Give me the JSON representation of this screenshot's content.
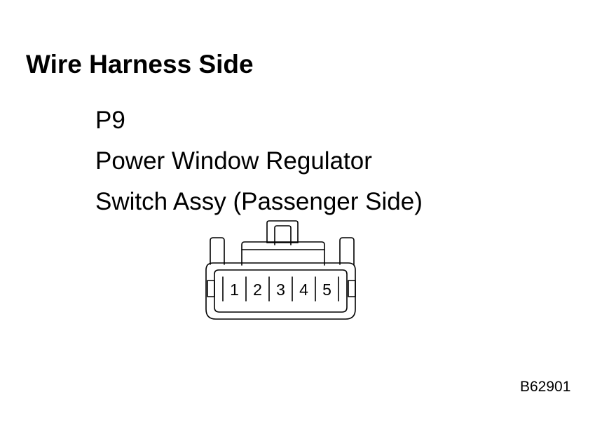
{
  "heading": "Wire Harness Side",
  "connector": {
    "code": "P9",
    "name_line1": "Power Window Regulator",
    "name_line2": "Switch Assy (Passenger Side)",
    "pins": [
      "1",
      "2",
      "3",
      "4",
      "5"
    ]
  },
  "reference_code": "B62901"
}
